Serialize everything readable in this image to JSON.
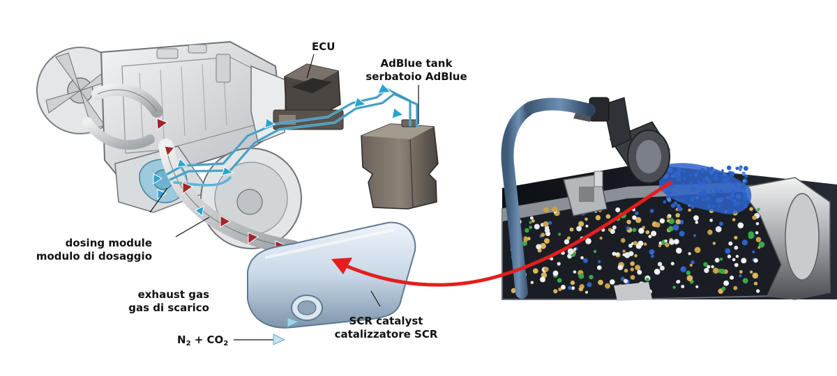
{
  "labels": {
    "ecu": "ECU",
    "tank_en": "AdBlue tank",
    "tank_it": "serbatoio AdBlue",
    "dosing_en": "dosing module",
    "dosing_it": "modulo di dosaggio",
    "exhaust_en": "exhaust gas",
    "exhaust_it": "gas di scarico",
    "scr_en": "SCR catalyst",
    "scr_it": "catalizzatore SCR",
    "n2": "N",
    "n2_sub": "2",
    "plus_co": " + CO",
    "co2_sub": "2"
  },
  "colors": {
    "adblue_line": "#5fb3d6",
    "adblue_arrow": "#2aa4d0",
    "exhaust_arrow": "#a0262a",
    "flow_arrow": "#e51d1d",
    "muffler": "#c9d8e8"
  }
}
